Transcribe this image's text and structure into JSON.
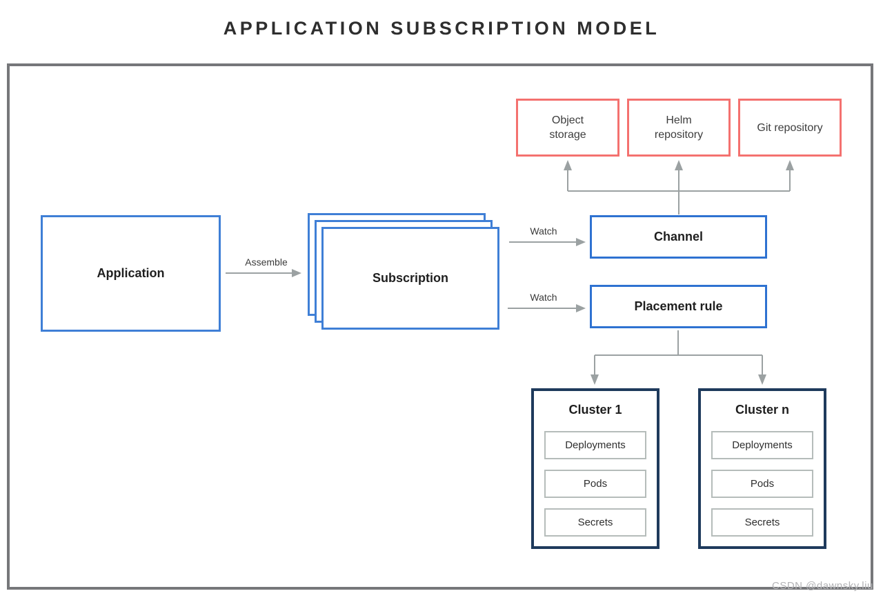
{
  "title": "APPLICATION SUBSCRIPTION MODEL",
  "nodes": {
    "application": "Application",
    "subscription": "Subscription",
    "channel": "Channel",
    "placement_rule": "Placement rule",
    "object_storage": "Object storage",
    "helm_repository": "Helm repository",
    "git_repository": "Git repository"
  },
  "edges": {
    "assemble": "Assemble",
    "watch_channel": "Watch",
    "watch_placement": "Watch"
  },
  "clusters": [
    {
      "title": "Cluster 1",
      "items": [
        "Deployments",
        "Pods",
        "Secrets"
      ]
    },
    {
      "title": "Cluster n",
      "items": [
        "Deployments",
        "Pods",
        "Secrets"
      ]
    }
  ],
  "watermark": "CSDN @dawnsky.liu",
  "colors": {
    "blue_border": "#3f7fd6",
    "blue_border_strong": "#2e72d1",
    "red_border": "#f4716f",
    "navy_border": "#1e3a5c",
    "inner_box_border": "#b5bcba",
    "arrow": "#9ba1a2",
    "frame": "#76777a",
    "watermark_text": "#b3b3b6",
    "title_text": "#2e2e2e"
  }
}
